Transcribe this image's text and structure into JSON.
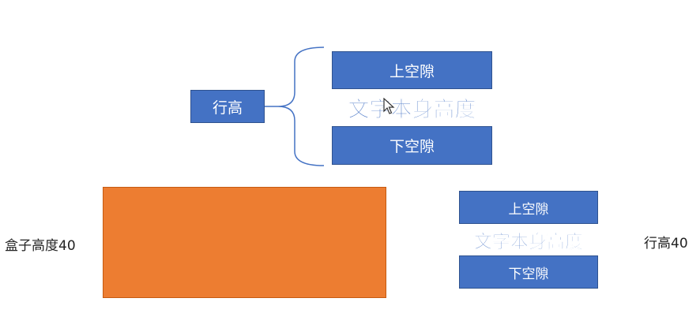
{
  "top_diagram": {
    "line_height_label": "行高",
    "top_gap": "上空隙",
    "text_self_height": "文字本身高度",
    "bottom_gap": "下空隙"
  },
  "bottom_diagram": {
    "box_height_label": "盒子高度40",
    "top_gap": "上空隙",
    "text_self_height": "文字本身高度",
    "bottom_gap": "下空隙",
    "line_height_label": "行高40"
  },
  "colors": {
    "blue": "#4472c4",
    "orange": "#ed7d31",
    "brace": "#4472c4"
  },
  "icons": {
    "cursor": "mouse-pointer-icon"
  }
}
